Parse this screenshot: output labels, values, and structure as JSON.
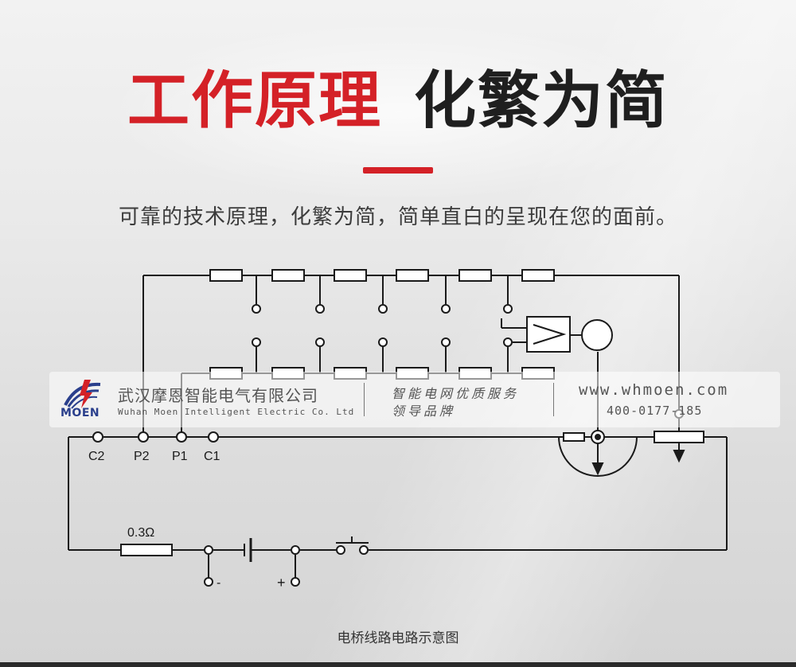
{
  "header": {
    "title_red": "工作原理",
    "title_dark": "化繁为简",
    "subtitle": "可靠的技术原理，化繁为简，简单直白的呈现在您的面前。"
  },
  "diagram": {
    "terminals": [
      "C2",
      "P2",
      "P1",
      "C1"
    ],
    "resistor_label": "0.3Ω",
    "battery_minus": "-",
    "battery_plus": "+",
    "caption": "电桥线路电路示意图"
  },
  "watermark": {
    "logo_text": "MOEN",
    "company_cn": "武汉摩恩智能电气有限公司",
    "company_en": "Wuhan Moen Intelligent Electric Co. Ltd",
    "slogan_line1": "智能电网优质服务",
    "slogan_line2": "领导品牌",
    "website": "www.whmoen.com",
    "phone": "400-0177-185"
  },
  "colors": {
    "accent_red": "#d42127",
    "title_dark": "#1f1f1f",
    "line": "#1a1a1a"
  }
}
